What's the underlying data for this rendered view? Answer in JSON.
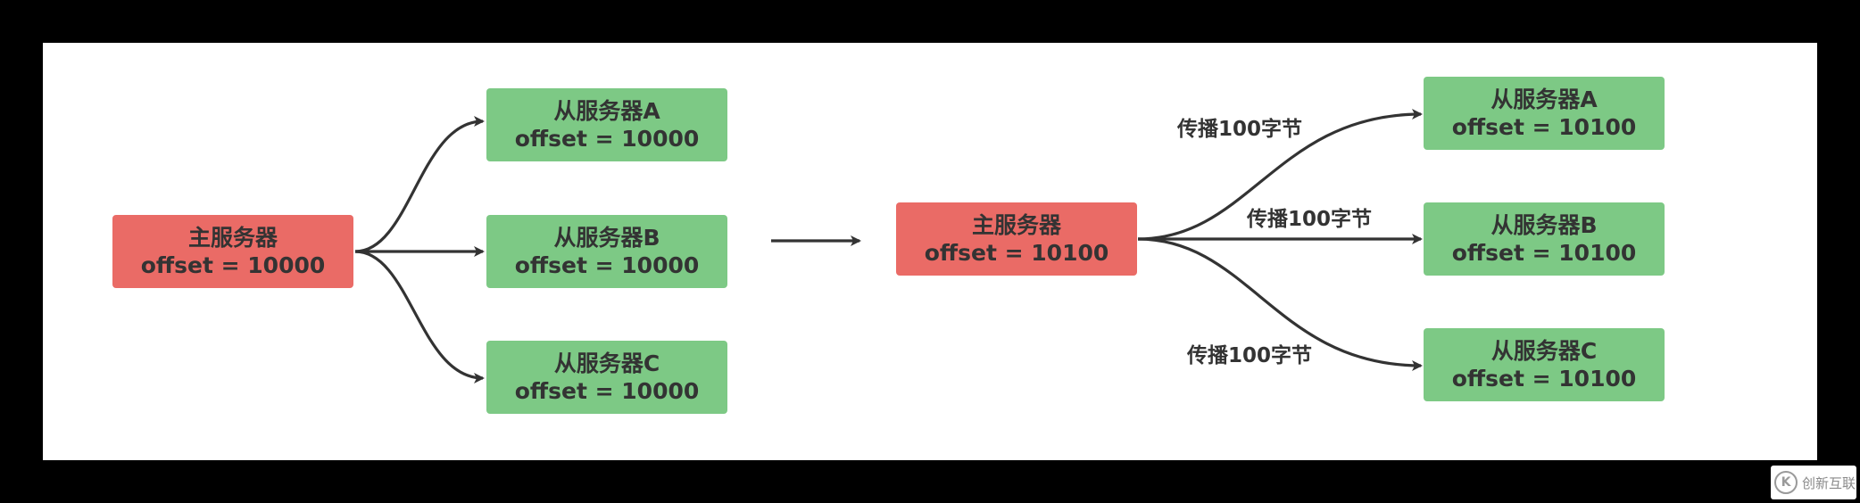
{
  "before": {
    "master": {
      "name": "主服务器",
      "offset": "offset = 10000"
    },
    "slaves": [
      {
        "name": "从服务器A",
        "offset": "offset = 10000"
      },
      {
        "name": "从服务器B",
        "offset": "offset = 10000"
      },
      {
        "name": "从服务器C",
        "offset": "offset = 10000"
      }
    ]
  },
  "after": {
    "master": {
      "name": "主服务器",
      "offset": "offset = 10100"
    },
    "slaves": [
      {
        "name": "从服务器A",
        "offset": "offset = 10100"
      },
      {
        "name": "从服务器B",
        "offset": "offset = 10100"
      },
      {
        "name": "从服务器C",
        "offset": "offset = 10100"
      }
    ],
    "edge_labels": [
      "传播100字节",
      "传播100字节",
      "传播100字节"
    ]
  },
  "watermark": {
    "logo": "K",
    "text": "创新互联"
  },
  "colors": {
    "master": "#ea6b66",
    "slave": "#7dc985",
    "line": "#333333",
    "text": "#333333"
  }
}
